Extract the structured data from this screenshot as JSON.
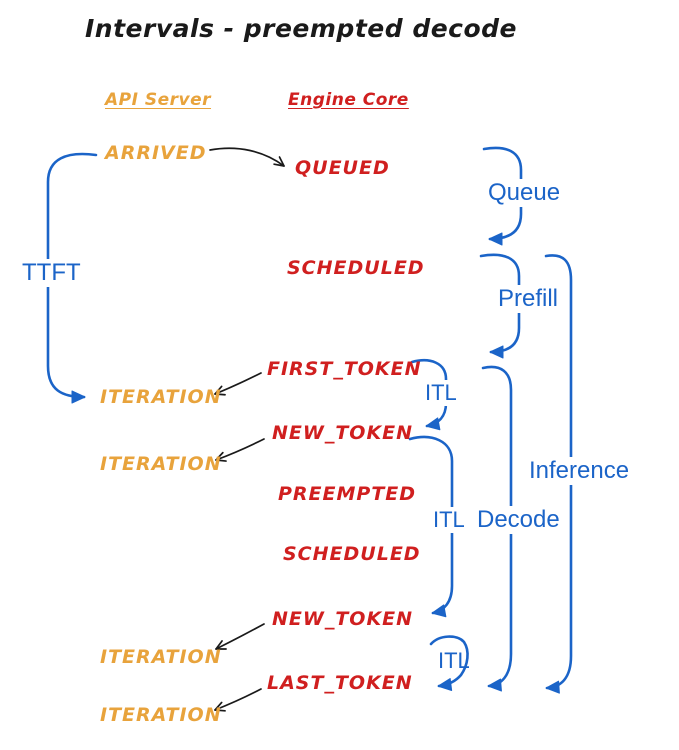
{
  "title": "Intervals - preempted decode",
  "columns": {
    "api_server": "API Server",
    "engine_core": "Engine Core"
  },
  "api_events": [
    {
      "label": "ARRIVED"
    },
    {
      "label": "ITERATION"
    },
    {
      "label": "ITERATION"
    },
    {
      "label": "ITERATION"
    },
    {
      "label": "ITERATION"
    }
  ],
  "engine_events": [
    {
      "label": "QUEUED"
    },
    {
      "label": "SCHEDULED"
    },
    {
      "label": "FIRST_TOKEN"
    },
    {
      "label": "NEW_TOKEN"
    },
    {
      "label": "PREEMPTED"
    },
    {
      "label": "SCHEDULED"
    },
    {
      "label": "NEW_TOKEN"
    },
    {
      "label": "LAST_TOKEN"
    }
  ],
  "intervals": {
    "ttft": "TTFT",
    "queue": "Queue",
    "prefill": "Prefill",
    "itl_first": "ITL",
    "itl_decode": "ITL",
    "itl_last": "ITL",
    "decode": "Decode",
    "inference": "Inference"
  },
  "colors": {
    "api_server": "#e8a33c",
    "engine_core": "#d01f1f",
    "interval": "#1b64c8",
    "ink": "#1a1a1a"
  }
}
